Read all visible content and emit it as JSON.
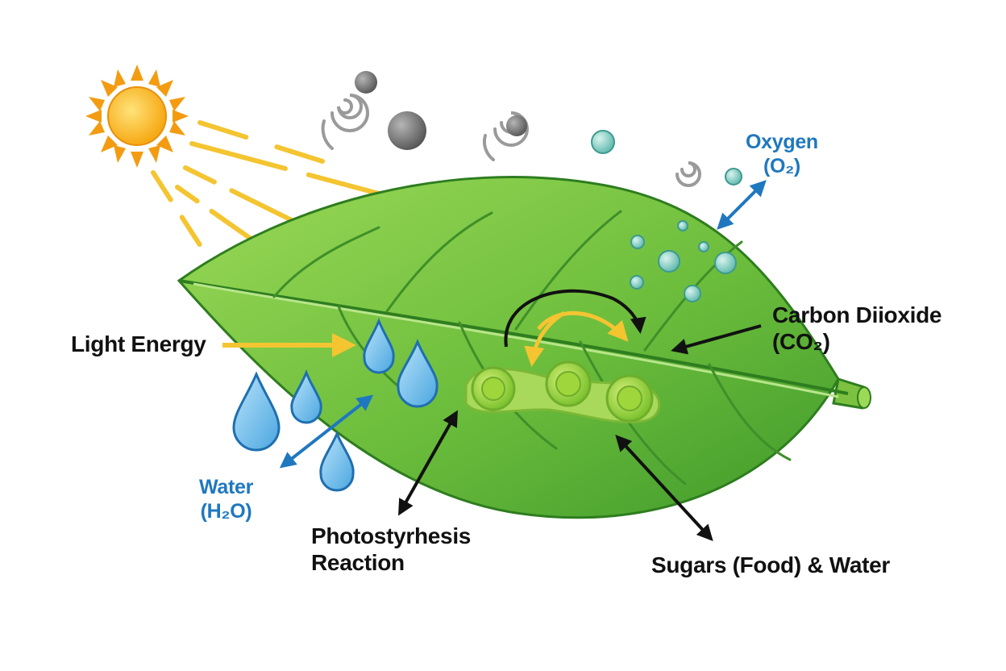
{
  "labels": {
    "light_energy": "Light Energy",
    "carbon_dioxide": {
      "line1": "Carbon Diioxide",
      "line2": "(CO₂)"
    },
    "oxygen": {
      "line1": "Oxygen",
      "line2": "(O₂)"
    },
    "water": {
      "line1": "Water",
      "line2": "(H₂O)"
    },
    "photosynthesis": {
      "line1": "Photostyrhesis",
      "line2": "Reaction"
    },
    "sugars": "Sugars (Food) & Water"
  },
  "colors": {
    "sun_core": "#f6b21a",
    "sun_rays": "#f39c12",
    "light_arrow": "#f4c531",
    "leaf_light": "#8ed14e",
    "leaf_dark": "#3f9a2b",
    "leaf_outline": "#2e7d1f",
    "water_drop": "#5fb4e6",
    "water_outline": "#1f6fb0",
    "oxygen_bubble": "#7fcfc4",
    "co2_molecule": "#6e6e6e",
    "label_blue": "#1f78bf",
    "label_dark": "#111111"
  },
  "icons": [
    "sun-icon",
    "water-drop-icon",
    "co2-molecule-icon",
    "oxygen-bubble-icon",
    "chloroplast-icon",
    "swirl-icon"
  ]
}
